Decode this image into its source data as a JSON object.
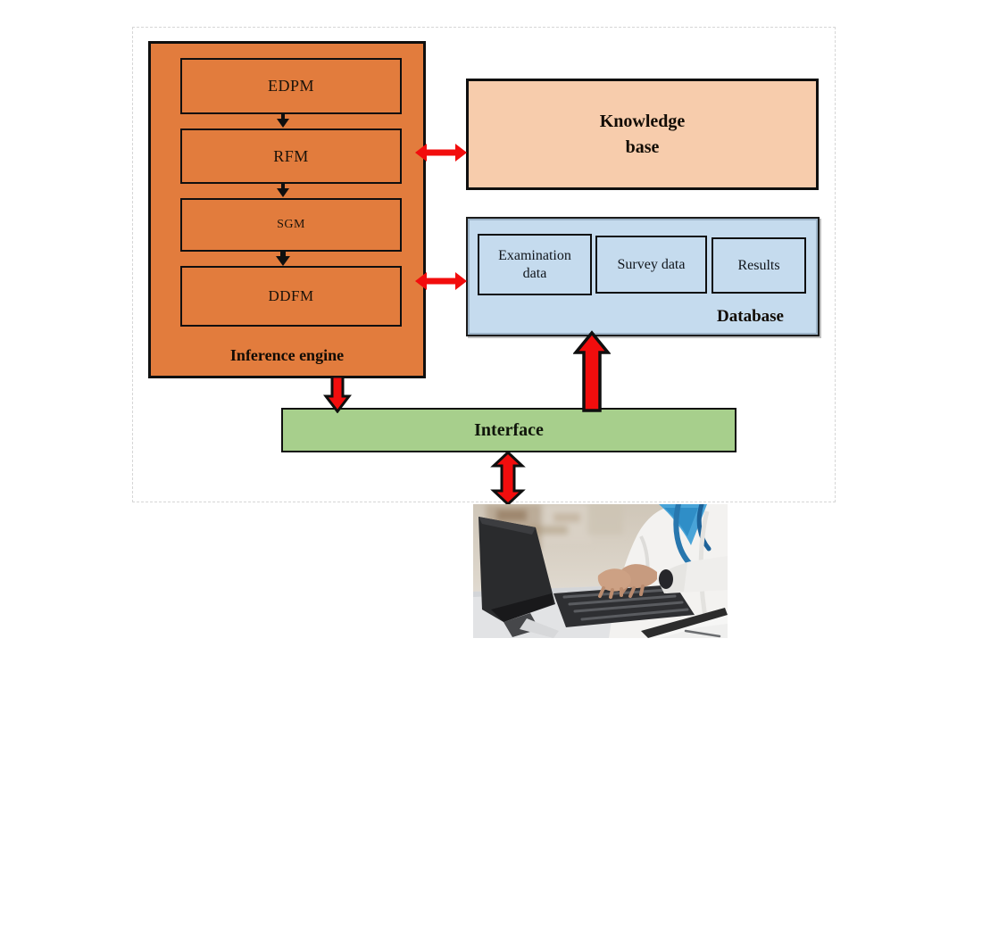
{
  "diagram": {
    "inference_engine": {
      "label": "Inference engine",
      "modules": [
        "EDPM",
        "RFM",
        "SGM",
        "DDFM"
      ]
    },
    "knowledge_base": {
      "label_line1": "Knowledge",
      "label_line2": "base"
    },
    "database": {
      "label": "Database",
      "items": [
        "Examination data",
        "Survey data",
        "Results"
      ]
    },
    "interface": {
      "label": "Interface"
    },
    "icons": {
      "module_connector": "black-down-arrow-icon",
      "kb_link": "red-double-horizontal-arrow-icon",
      "db_link": "red-double-horizontal-arrow-icon",
      "engine_to_interface": "red-down-arrow-icon",
      "interface_to_database": "red-up-arrow-icon",
      "interface_to_user": "red-double-vertical-arrow-icon",
      "user_photo": "doctor-typing-at-computer-photo"
    },
    "colors": {
      "engine_orange": "#e27c3d",
      "knowledge_peach": "#f7ccac",
      "database_blue": "#c5dbee",
      "interface_green": "#a7cf8c",
      "arrow_red": "#f20d0d",
      "outline_black": "#0f0f0f"
    }
  }
}
